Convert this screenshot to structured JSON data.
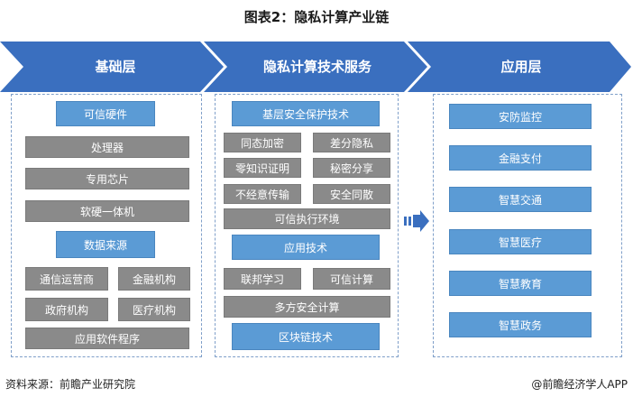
{
  "title": "图表2：隐私计算产业链",
  "colors": {
    "banner": "#3a6fbf",
    "blue_box": "#5b9bd5",
    "gray_box": "#8a8a8a",
    "dash": "#7f9fc9"
  },
  "columns": {
    "base": {
      "header": "基础层",
      "hardware": "可信硬件",
      "hardware_items": [
        "处理器",
        "专用芯片",
        "软硬一体机"
      ],
      "data_source": "数据来源",
      "data_items": [
        "通信运营商",
        "金融机构",
        "政府机构",
        "医疗机构",
        "应用软件程序"
      ]
    },
    "tech": {
      "header": "隐私计算技术服务",
      "security": "基层安全保护技术",
      "security_items": [
        "同态加密",
        "差分隐私",
        "零知识证明",
        "秘密分享",
        "不经意传输",
        "安全同散",
        "可信执行环境"
      ],
      "app_tech": "应用技术",
      "app_items": [
        "联邦学习",
        "可信计算",
        "多方安全计算"
      ],
      "blockchain": "区块链技术"
    },
    "apps": {
      "header": "应用层",
      "items": [
        "安防监控",
        "金融支付",
        "智慧交通",
        "智慧医疗",
        "智慧教育",
        "智慧政务"
      ]
    }
  },
  "footer": {
    "source": "资料来源：前瞻产业研究院",
    "brand": "@前瞻经济学人APP"
  }
}
